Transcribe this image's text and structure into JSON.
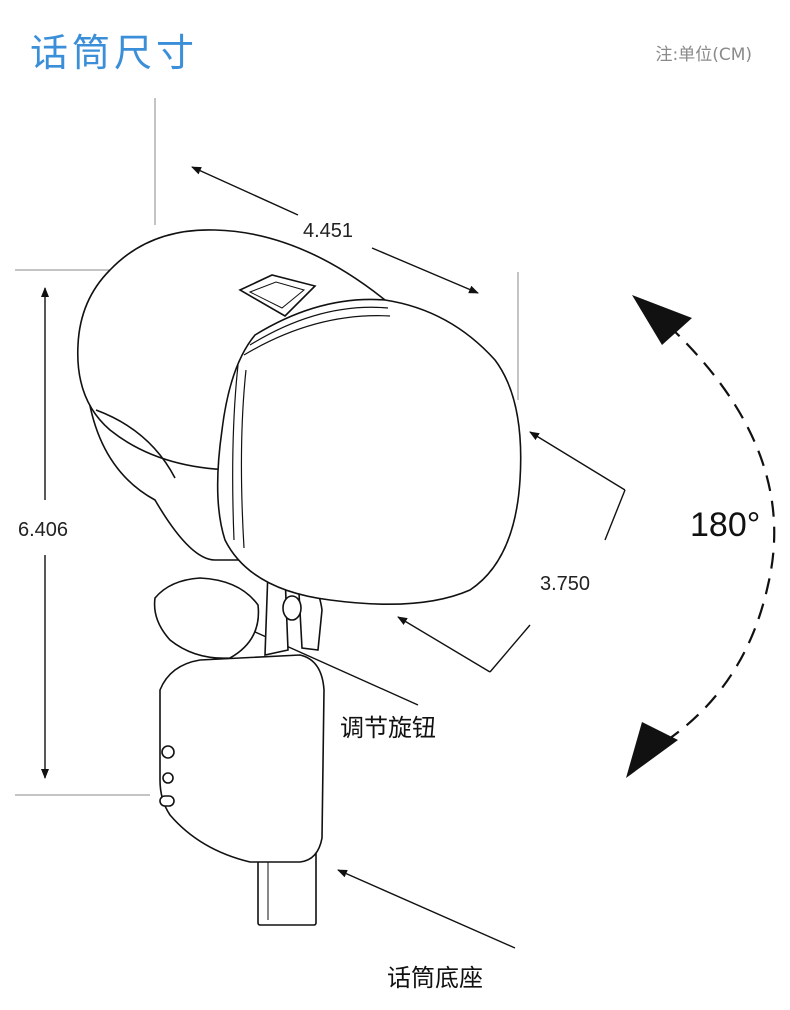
{
  "header": {
    "title": "话筒尺寸",
    "unit_note": "注:单位(CM)"
  },
  "dimensions": {
    "width": "4.451",
    "height": "6.406",
    "front": "3.750",
    "rotation": "180°"
  },
  "callouts": {
    "knob": "调节旋钮",
    "base": "话筒底座"
  },
  "colors": {
    "title": "#3b8fd9",
    "line": "#111111",
    "guide": "#888888"
  }
}
